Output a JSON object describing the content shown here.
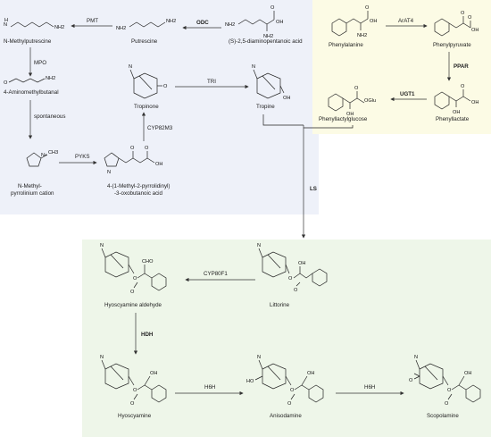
{
  "panels": {
    "blue": "#eef1f9",
    "yellow": "#fcfbe5",
    "green": "#eef6e9"
  },
  "compounds": {
    "n_methylputrescine": "N-Methylputrescine",
    "putrescine": "Putrescine",
    "diaminopentanoic": "(S)-2,5-diaminopentanoic acid",
    "aminomethylbutanal": "4-Aminomethylbutanal",
    "tropinone": "Tropinone",
    "tropine": "Tropine",
    "pyrrolinium_1": "N-Methyl-",
    "pyrrolinium_2": "pyrrolinium cation",
    "oxobutanoic_1": "4-(1-Methyl-2-pyrrolidinyl)",
    "oxobutanoic_2": "-3-oxobutanoic acid",
    "phenylalanine": "Phenylalanine",
    "phenylpyruvate": "Phenylpyruvate",
    "phenyllactylglucose": "Phenyllactylglucose",
    "phenyllactate": "Phenyllactate",
    "littorine": "Littorine",
    "hyoscyamine_aldehyde": "Hyoscyamine aldehyde",
    "hyoscyamine": "Hyoscyamine",
    "anisodamine": "Anisodamine",
    "scopolamine": "Scopolamine"
  },
  "enzymes": {
    "pmt": "PMT",
    "odc": "ODC",
    "mpo": "MPO",
    "spontaneous": "spontaneous",
    "pyks": "PYKS",
    "cyp82m3": "CYP82M3",
    "tri": "TRI",
    "arat4": "ArAT4",
    "ppar": "PPAR",
    "ugt1": "UGT1",
    "ls": "LS",
    "cyp80f1": "CYP80F1",
    "hdh": "HDH",
    "h6h_1": "H6H",
    "h6h_2": "H6H"
  },
  "atoms": {
    "nh2": "NH2",
    "nh": "N",
    "h": "H",
    "oh": "OH",
    "o": "O",
    "n": "N",
    "cho": "CHO",
    "oglu": "OGlu",
    "ho": "HO",
    "nplus": "N+",
    "ch3": "CH3"
  }
}
